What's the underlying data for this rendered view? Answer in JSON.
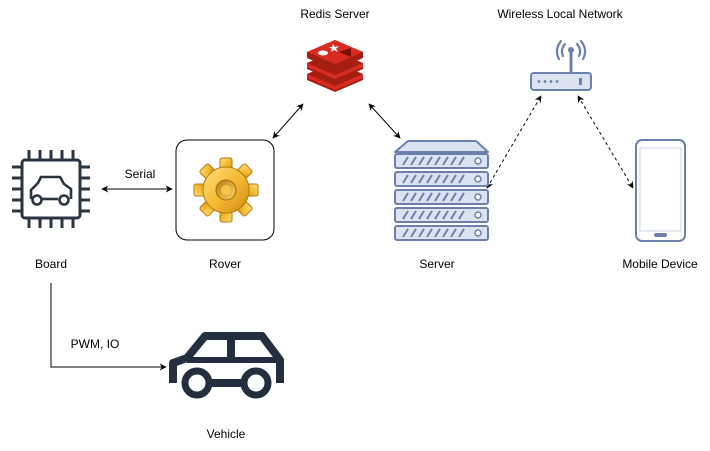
{
  "diagram": {
    "nodes": {
      "board": {
        "label": "Board",
        "icon": "chip-car-icon"
      },
      "rover": {
        "label": "Rover",
        "icon": "gear-icon"
      },
      "redis": {
        "label": "Redis Server",
        "icon": "redis-logo-icon"
      },
      "server": {
        "label": "Server",
        "icon": "server-rack-icon"
      },
      "wifi": {
        "label": "Wireless Local Network",
        "icon": "wifi-router-icon"
      },
      "mobile": {
        "label": "Mobile Device",
        "icon": "smartphone-icon"
      },
      "vehicle": {
        "label": "Vehicle",
        "icon": "car-icon"
      }
    },
    "edges": {
      "board_rover": {
        "label": "Serial",
        "style": "solid",
        "arrows": "both"
      },
      "rover_redis": {
        "label": "",
        "style": "solid",
        "arrows": "both"
      },
      "redis_server": {
        "label": "",
        "style": "solid",
        "arrows": "both"
      },
      "server_wifi": {
        "label": "",
        "style": "dashed",
        "arrows": "both"
      },
      "wifi_mobile": {
        "label": "",
        "style": "dashed",
        "arrows": "both"
      },
      "board_vehicle": {
        "label": "PWM, IO",
        "style": "solid",
        "arrows": "end"
      }
    },
    "colors": {
      "chip": "#2b3442",
      "vehicle": "#232f3e",
      "redis": "#d82c20",
      "gear": "#f2b731",
      "server_fill": "#dbe3f0",
      "server_stroke": "#6c80ad",
      "router": "#6c80ad"
    }
  }
}
